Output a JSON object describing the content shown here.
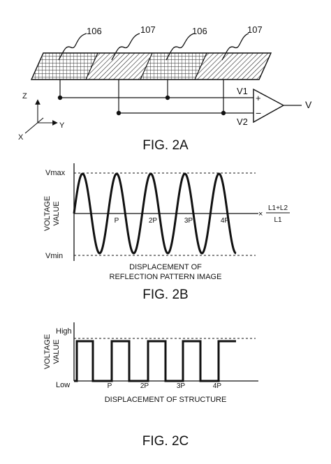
{
  "fig2a": {
    "caption": "FIG. 2A",
    "ref_labels": [
      "106",
      "107",
      "106",
      "107"
    ],
    "v1_label": "V1",
    "v2_label": "V2",
    "plus_sign": "+",
    "minus_sign": "−",
    "output_label": "V",
    "axis_z": "Z",
    "axis_y": "Y",
    "axis_x": "X"
  },
  "fig2b": {
    "caption": "FIG. 2B",
    "ylabel_line1": "VOLTAGE",
    "ylabel_line2": "VALUE",
    "vmax_label": "Vmax",
    "vmin_label": "Vmin",
    "xlabel_line1": "DISPLACEMENT OF",
    "xlabel_line2": "REFLECTION PATTERN IMAGE",
    "ticks": [
      "P",
      "2P",
      "3P",
      "4P"
    ],
    "unit_times": "×",
    "unit_num": "L1+L2",
    "unit_den": "L1"
  },
  "fig2c": {
    "caption": "FIG. 2C",
    "ylabel_line1": "VOLTAGE",
    "ylabel_line2": "VALUE",
    "high_label": "High",
    "low_label": "Low",
    "xlabel": "DISPLACEMENT OF STRUCTURE",
    "ticks": [
      "P",
      "2P",
      "3P",
      "4P"
    ]
  }
}
